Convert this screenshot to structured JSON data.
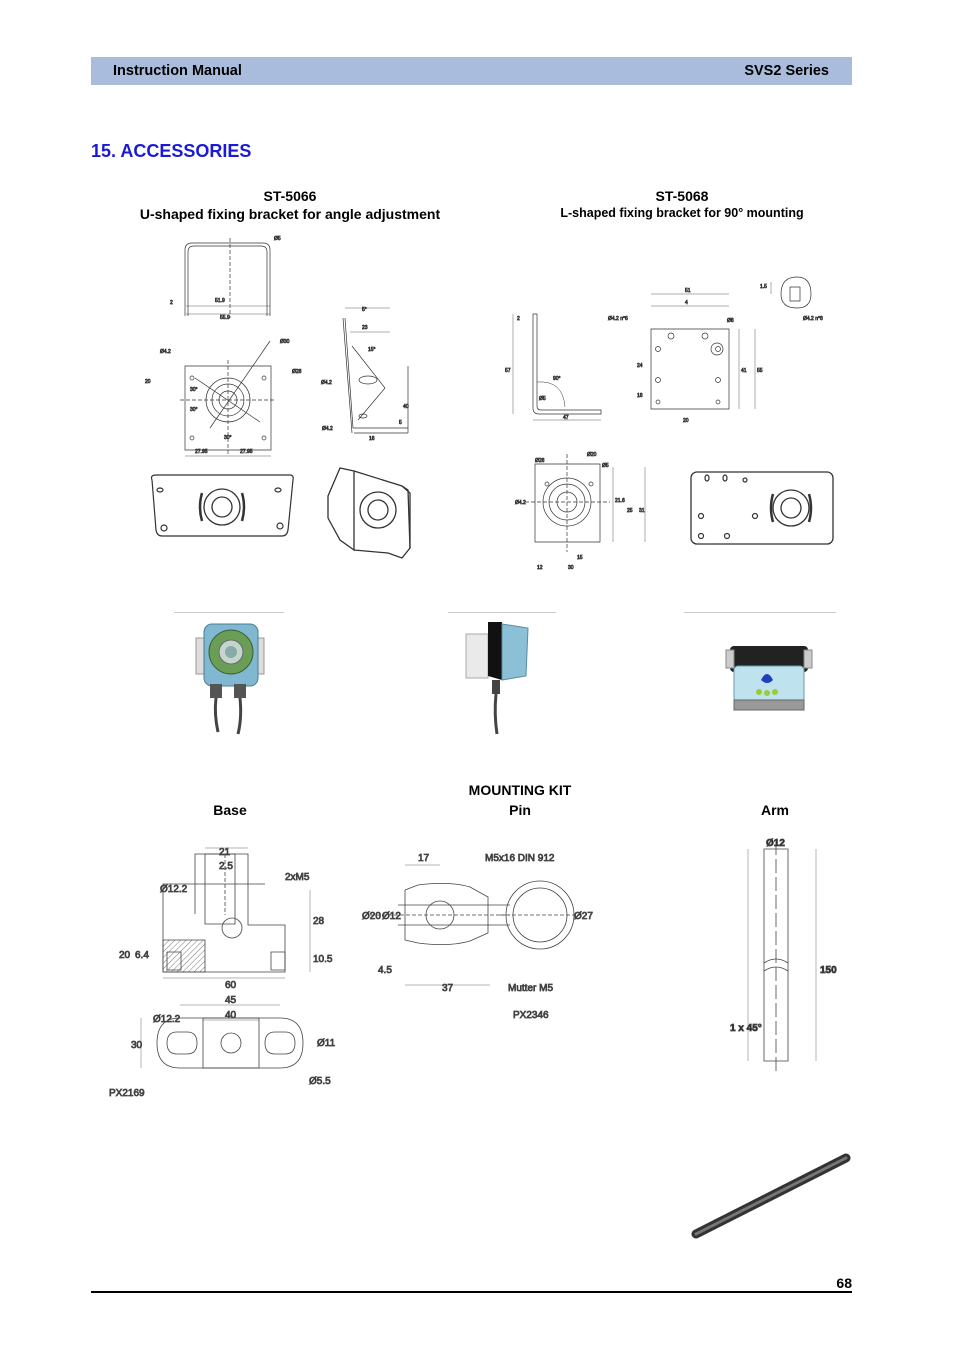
{
  "header": {
    "left": "Instruction Manual",
    "right": "SVS2 Series"
  },
  "section_title": "15. ACCESSORIES",
  "st5066": {
    "code": "ST-5066",
    "desc": "U-shaped fixing bracket for angle adjustment",
    "dims": {
      "d1": "2",
      "d2": "51.9",
      "d3": "55.9",
      "d4": "Ø5",
      "d5": "Ø4.2",
      "d6": "Ø30",
      "d7": "Ø28",
      "d8": "20",
      "d9": "30°",
      "d10": "30°",
      "d11": "30°",
      "d12": "27.95",
      "d13": "27.95",
      "s1": "5°",
      "s2": "23",
      "s3": "15°",
      "s4": "Ø4.2",
      "s5": "Ø4.2",
      "s6": "40",
      "s7": "16",
      "s8": "5"
    }
  },
  "st5068": {
    "code": "ST-5068",
    "desc": "L-shaped fixing bracket for 90° mounting",
    "dims": {
      "a1": "2",
      "a2": "57",
      "a3": "90°",
      "a4": "Ø5",
      "a5": "47",
      "b1": "51",
      "b2": "4",
      "b3": "Ø4.2 n°6",
      "b4": "Ø8",
      "b5": "24",
      "b6": "18",
      "b7": "41",
      "b8": "55",
      "b9": "20",
      "c1": "1.5",
      "c2": "Ø4.2 n°8",
      "d1": "Ø28",
      "d2": "Ø20",
      "d3": "Ø5",
      "d4": "Ø4.2",
      "d5": "21.6",
      "d6": "25",
      "d7": "31",
      "d8": "15",
      "d9": "12",
      "d10": "30"
    }
  },
  "mounting_kit": {
    "title": "MOUNTING KIT",
    "base": {
      "label": "Base",
      "dims": {
        "b1": "21",
        "b2": "2.5",
        "b3": "2xM5",
        "b4": "Ø12.2",
        "b5": "28",
        "b6": "20",
        "b7": "6.4",
        "b8": "10.5",
        "b9": "60",
        "b10": "45",
        "b11": "40",
        "b12": "Ø12.2",
        "b13": "Ø11",
        "b14": "30",
        "b15": "Ø5.5",
        "b16": "PX2169"
      }
    },
    "pin": {
      "label": "Pin",
      "dims": {
        "p1": "17",
        "p2": "M5x16 DIN 912",
        "p3": "Ø20",
        "p4": "Ø12",
        "p5": "Ø27",
        "p6": "4.5",
        "p7": "37",
        "p8": "Mutter M5",
        "p9": "PX2346"
      }
    },
    "arm": {
      "label": "Arm",
      "dims": {
        "a1": "Ø12",
        "a2": "150",
        "a3": "1 x 45°"
      }
    }
  },
  "page_number": "68"
}
